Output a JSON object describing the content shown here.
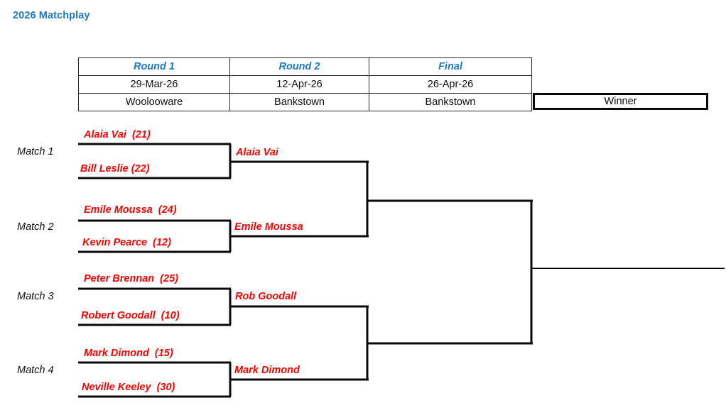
{
  "title": "2026 Matchplay",
  "schedule": {
    "columns": [
      "Round 1",
      "Round 2",
      "Final"
    ],
    "dates": [
      "29-Mar-26",
      "12-Apr-26",
      "26-Apr-26"
    ],
    "venues": [
      "Woolooware",
      "Bankstown",
      "Bankstown"
    ],
    "winner_label": "Winner"
  },
  "colors": {
    "heading_blue": "#1b7ac2",
    "player_red": "#ff0000",
    "line_black": "#0a0a0a"
  },
  "matches": [
    {
      "label": "Match 1",
      "players": [
        "Alaia Vai  (21)",
        "Bill Leslie (22)"
      ],
      "winner": "Alaia Vai"
    },
    {
      "label": "Match 2",
      "players": [
        "Emile Moussa  (24)",
        "Kevin Pearce  (12)"
      ],
      "winner": "Emile Moussa"
    },
    {
      "label": "Match 3",
      "players": [
        "Peter Brennan  (25)",
        "Robert Goodall  (10)"
      ],
      "winner": "Rob Goodall"
    },
    {
      "label": "Match 4",
      "players": [
        "Mark Dimond  (15)",
        "Neville Keeley  (30)"
      ],
      "winner": "Mark Dimond"
    }
  ]
}
